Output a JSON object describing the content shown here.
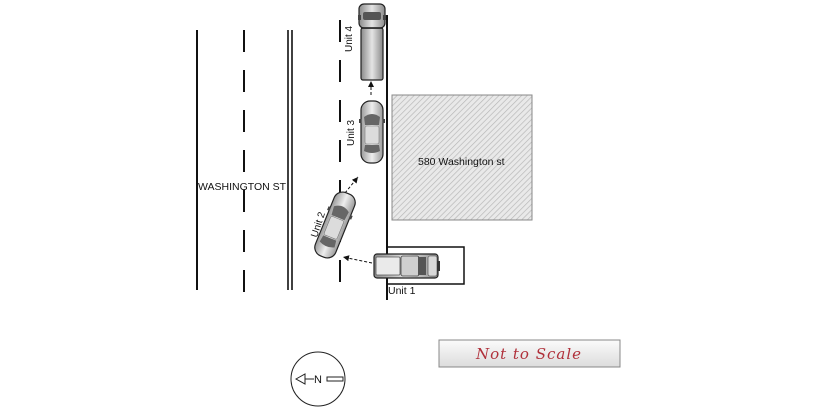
{
  "street": {
    "name": "WASHINGTON ST"
  },
  "building": {
    "label": "580 Washington st"
  },
  "units": [
    {
      "label": "Unit 1"
    },
    {
      "label": "Unit 2"
    },
    {
      "label": "Unit 3"
    },
    {
      "label": "Unit 4"
    }
  ],
  "compass": {
    "label": "N"
  },
  "scale_note": {
    "text": "Not to Scale"
  },
  "colors": {
    "scale_text": "#b0303a",
    "building_hatch": "#b5b5b5",
    "line": "#111111"
  },
  "icons": [
    "north-arrow-icon",
    "car-icon",
    "pickup-truck-icon",
    "box-truck-icon"
  ]
}
